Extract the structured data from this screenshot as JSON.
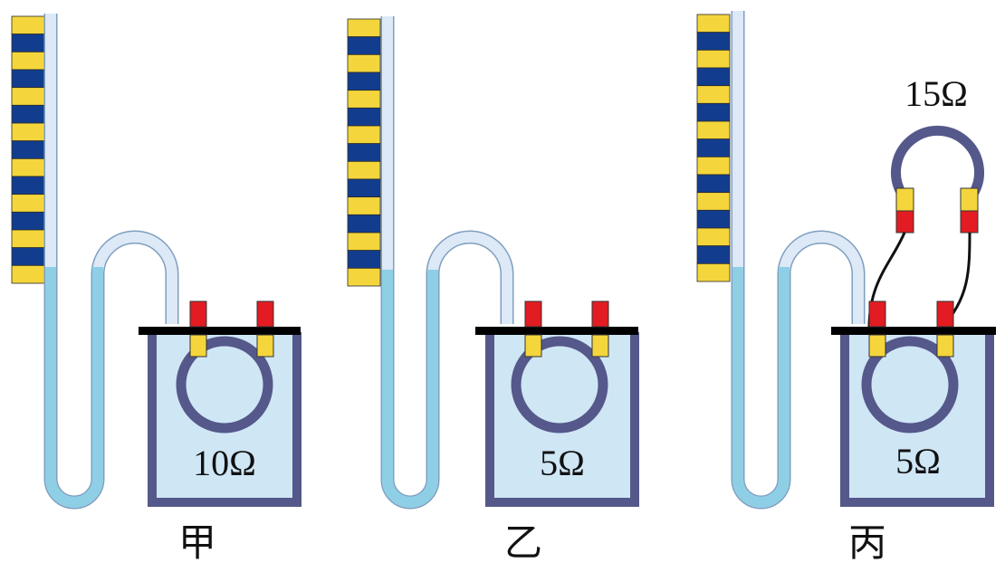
{
  "colors": {
    "tube_empty": "#dde9f6",
    "tube_outline": "#7f9fc0",
    "liquid": "#8ecfe6",
    "scale_yellow": "#f4d63c",
    "scale_blue": "#123d8f",
    "container_stroke": "#55588a",
    "container_fill": "#cfe6f5",
    "lid": "#000000",
    "coil": "#55588a",
    "terminal_red": "#e21c22",
    "terminal_yellow": "#f4d63c"
  },
  "setups": [
    {
      "id": "jia",
      "caption": "甲",
      "resistor_label": "10Ω"
    },
    {
      "id": "yi",
      "caption": "乙",
      "resistor_label": "5Ω"
    },
    {
      "id": "bing",
      "caption": "丙",
      "resistor_label": "5Ω",
      "external_resistor_label": "15Ω"
    }
  ]
}
